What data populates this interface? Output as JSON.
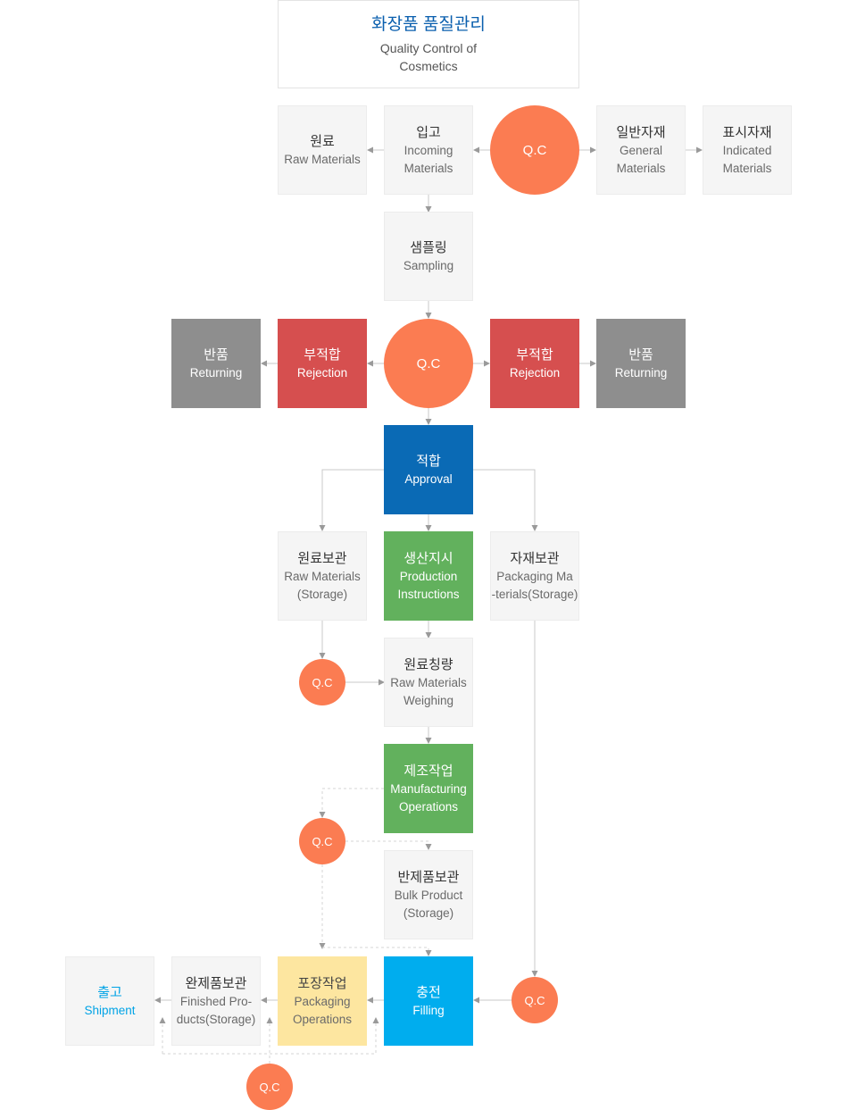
{
  "title": {
    "ko": "화장품 품질관리",
    "en_line1": "Quality Control of",
    "en_line2": "Cosmetics"
  },
  "qc_label": "Q.C",
  "nodes": {
    "raw_materials": {
      "ko": "원료",
      "en1": "Raw Materials"
    },
    "incoming": {
      "ko": "입고",
      "en1": "Incoming",
      "en2": "Materials"
    },
    "general": {
      "ko": "일반자재",
      "en1": "General",
      "en2": "Materials"
    },
    "indicated": {
      "ko": "표시자재",
      "en1": "Indicated",
      "en2": "Materials"
    },
    "sampling": {
      "ko": "샘플링",
      "en1": "Sampling"
    },
    "returning_left": {
      "ko": "반품",
      "en1": "Returning"
    },
    "rejection_left": {
      "ko": "부적합",
      "en1": "Rejection"
    },
    "rejection_right": {
      "ko": "부적합",
      "en1": "Rejection"
    },
    "returning_right": {
      "ko": "반품",
      "en1": "Returning"
    },
    "approval": {
      "ko": "적합",
      "en1": "Approval"
    },
    "raw_storage": {
      "ko": "원료보관",
      "en1": "Raw Materials",
      "en2": "(Storage)"
    },
    "production": {
      "ko": "생산지시",
      "en1": "Production",
      "en2": "Instructions"
    },
    "packaging_storage": {
      "ko": "자재보관",
      "en1": "Packaging Ma",
      "en2": "-terials(Storage)"
    },
    "weighing": {
      "ko": "원료칭량",
      "en1": "Raw Materials",
      "en2": "Weighing"
    },
    "manufacturing": {
      "ko": "제조작업",
      "en1": "Manufacturing",
      "en2": "Operations"
    },
    "bulk": {
      "ko": "반제품보관",
      "en1": "Bulk Product",
      "en2": "(Storage)"
    },
    "shipment": {
      "ko": "출고",
      "en1": "Shipment"
    },
    "finished": {
      "ko": "완제품보관",
      "en1": "Finished Pro-",
      "en2": "ducts(Storage)"
    },
    "packaging_ops": {
      "ko": "포장작업",
      "en1": "Packaging",
      "en2": "Operations"
    },
    "filling": {
      "ko": "충전",
      "en1": "Filling"
    }
  },
  "colors": {
    "qc": "#fb7c52",
    "rejection": "#d64f4f",
    "returning": "#8e8e8e",
    "approval": "#0a6ab5",
    "green": "#62b15d",
    "filling": "#00adee",
    "packaging": "#fde6a0",
    "light": "#f5f5f5",
    "title": "#0a5fae"
  }
}
